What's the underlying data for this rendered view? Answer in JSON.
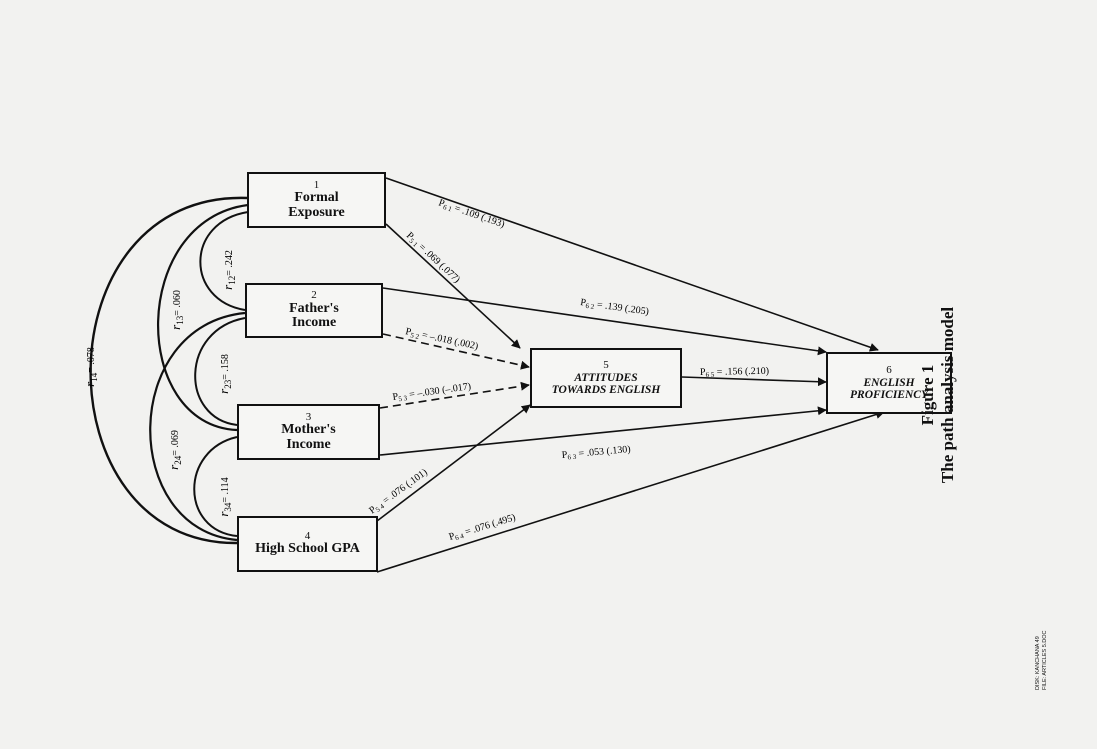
{
  "nodes": {
    "n1": {
      "num": "1",
      "line1": "Formal",
      "line2": "Exposure"
    },
    "n2": {
      "num": "2",
      "line1": "Father's",
      "line2": "Income"
    },
    "n3": {
      "num": "3",
      "line1": "Mother's",
      "line2": "Income"
    },
    "n4": {
      "num": "4",
      "line1": "High School GPA",
      "line2": ""
    },
    "n5": {
      "num": "5",
      "line1": "ATTITUDES",
      "line2": "TOWARDS ENGLISH"
    },
    "n6": {
      "num": "6",
      "line1": "ENGLISH",
      "line2": "PROFICIENCY"
    }
  },
  "correlations": {
    "r12": {
      "sym": "r",
      "sub": "12",
      "val": "= .242"
    },
    "r13": {
      "sym": "r",
      "sub": "13",
      "val": "= .060"
    },
    "r14": {
      "sym": "r",
      "sub": "14",
      "val": "= .078"
    },
    "r23": {
      "sym": "r",
      "sub": "23",
      "val": "= .158"
    },
    "r24": {
      "sym": "r",
      "sub": "24",
      "val": "= .069"
    },
    "r34": {
      "sym": "r",
      "sub": "34",
      "val": "= .114"
    }
  },
  "paths": {
    "p61": {
      "sym": "P",
      "sub": "6 1",
      "val": " = .109 (.193)"
    },
    "p51": {
      "sym": "P",
      "sub": "5 1",
      "val": " = .069 (.077)"
    },
    "p62": {
      "sym": "P",
      "sub": "6 2",
      "val": " = .139 (.205)"
    },
    "p52": {
      "sym": "P",
      "sub": "5 2",
      "val": " = –.018 (.002)"
    },
    "p53": {
      "sym": "P",
      "sub": "5 3",
      "val": " = –.030 (–.017)"
    },
    "p65": {
      "sym": "P",
      "sub": "6 5",
      "val": " = .156 (.210)"
    },
    "p63": {
      "sym": "P",
      "sub": "6 3",
      "val": " = .053 (.130)"
    },
    "p54": {
      "sym": "P",
      "sub": "5 4",
      "val": " = .076 (.101)"
    },
    "p64": {
      "sym": "P",
      "sub": "6 4",
      "val": " = .076 (.495)"
    }
  },
  "caption": {
    "title": "Figure 1",
    "subtitle": "The path analysis model"
  },
  "disk_note": {
    "line1": "DISK: KANCHANA 49",
    "line2": "FILE: ARTICLES 5.DOC"
  }
}
